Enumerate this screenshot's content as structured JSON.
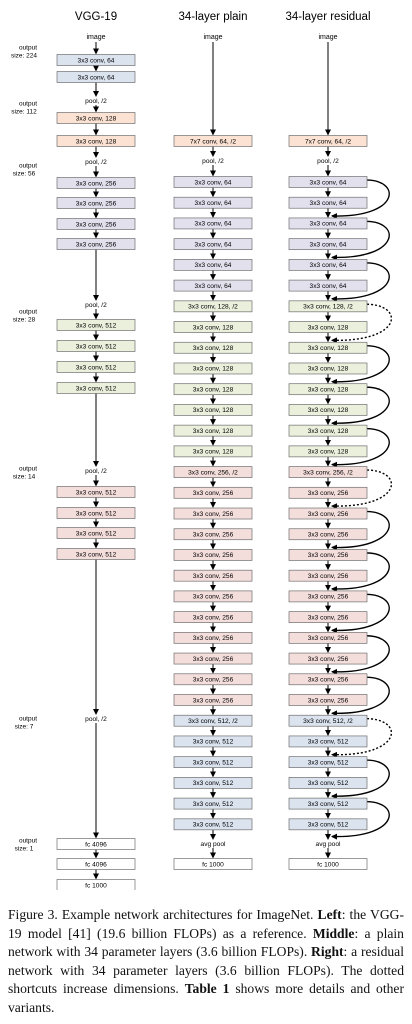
{
  "columns": [
    {
      "key": "vgg",
      "title": "VGG-19",
      "input": "image",
      "nodes": [
        {
          "type": "layer",
          "label": "3x3 conv, 64",
          "color": "blue"
        },
        {
          "type": "layer",
          "label": "3x3 conv, 64",
          "color": "blue"
        },
        {
          "type": "pool",
          "label": "pool, /2"
        },
        {
          "type": "layer",
          "label": "3x3 conv, 128",
          "color": "orange"
        },
        {
          "type": "layer",
          "label": "3x3 conv, 128",
          "color": "orange"
        },
        {
          "type": "pool",
          "label": "pool, /2"
        },
        {
          "type": "layer",
          "label": "3x3 conv, 256",
          "color": "purple"
        },
        {
          "type": "layer",
          "label": "3x3 conv, 256",
          "color": "purple"
        },
        {
          "type": "layer",
          "label": "3x3 conv, 256",
          "color": "purple"
        },
        {
          "type": "layer",
          "label": "3x3 conv, 256",
          "color": "purple"
        },
        {
          "type": "pool",
          "label": "pool, /2"
        },
        {
          "type": "layer",
          "label": "3x3 conv, 512",
          "color": "green"
        },
        {
          "type": "layer",
          "label": "3x3 conv, 512",
          "color": "green"
        },
        {
          "type": "layer",
          "label": "3x3 conv, 512",
          "color": "green"
        },
        {
          "type": "layer",
          "label": "3x3 conv, 512",
          "color": "green"
        },
        {
          "type": "pool",
          "label": "pool, /2"
        },
        {
          "type": "layer",
          "label": "3x3 conv, 512",
          "color": "pink"
        },
        {
          "type": "layer",
          "label": "3x3 conv, 512",
          "color": "pink"
        },
        {
          "type": "layer",
          "label": "3x3 conv, 512",
          "color": "pink"
        },
        {
          "type": "layer",
          "label": "3x3 conv, 512",
          "color": "pink"
        },
        {
          "type": "pool",
          "label": "pool, /2"
        },
        {
          "type": "layer",
          "label": "fc 4096",
          "color": "white"
        },
        {
          "type": "layer",
          "label": "fc 4096",
          "color": "white"
        },
        {
          "type": "layer",
          "label": "fc 1000",
          "color": "white"
        }
      ]
    },
    {
      "key": "plain",
      "title": "34-layer plain",
      "input": "image",
      "nodes": [
        {
          "type": "layer",
          "label": "7x7 conv, 64, /2",
          "color": "orange"
        },
        {
          "type": "pool",
          "label": "pool, /2"
        },
        {
          "type": "layer",
          "label": "3x3 conv, 64",
          "color": "purple"
        },
        {
          "type": "layer",
          "label": "3x3 conv, 64",
          "color": "purple"
        },
        {
          "type": "layer",
          "label": "3x3 conv, 64",
          "color": "purple"
        },
        {
          "type": "layer",
          "label": "3x3 conv, 64",
          "color": "purple"
        },
        {
          "type": "layer",
          "label": "3x3 conv, 64",
          "color": "purple"
        },
        {
          "type": "layer",
          "label": "3x3 conv, 64",
          "color": "purple"
        },
        {
          "type": "layer",
          "label": "3x3 conv, 128, /2",
          "color": "green"
        },
        {
          "type": "layer",
          "label": "3x3 conv, 128",
          "color": "green"
        },
        {
          "type": "layer",
          "label": "3x3 conv, 128",
          "color": "green"
        },
        {
          "type": "layer",
          "label": "3x3 conv, 128",
          "color": "green"
        },
        {
          "type": "layer",
          "label": "3x3 conv, 128",
          "color": "green"
        },
        {
          "type": "layer",
          "label": "3x3 conv, 128",
          "color": "green"
        },
        {
          "type": "layer",
          "label": "3x3 conv, 128",
          "color": "green"
        },
        {
          "type": "layer",
          "label": "3x3 conv, 128",
          "color": "green"
        },
        {
          "type": "layer",
          "label": "3x3 conv, 256, /2",
          "color": "pink"
        },
        {
          "type": "layer",
          "label": "3x3 conv, 256",
          "color": "pink"
        },
        {
          "type": "layer",
          "label": "3x3 conv, 256",
          "color": "pink"
        },
        {
          "type": "layer",
          "label": "3x3 conv, 256",
          "color": "pink"
        },
        {
          "type": "layer",
          "label": "3x3 conv, 256",
          "color": "pink"
        },
        {
          "type": "layer",
          "label": "3x3 conv, 256",
          "color": "pink"
        },
        {
          "type": "layer",
          "label": "3x3 conv, 256",
          "color": "pink"
        },
        {
          "type": "layer",
          "label": "3x3 conv, 256",
          "color": "pink"
        },
        {
          "type": "layer",
          "label": "3x3 conv, 256",
          "color": "pink"
        },
        {
          "type": "layer",
          "label": "3x3 conv, 256",
          "color": "pink"
        },
        {
          "type": "layer",
          "label": "3x3 conv, 256",
          "color": "pink"
        },
        {
          "type": "layer",
          "label": "3x3 conv, 256",
          "color": "pink"
        },
        {
          "type": "layer",
          "label": "3x3 conv, 512, /2",
          "color": "blue"
        },
        {
          "type": "layer",
          "label": "3x3 conv, 512",
          "color": "blue"
        },
        {
          "type": "layer",
          "label": "3x3 conv, 512",
          "color": "blue"
        },
        {
          "type": "layer",
          "label": "3x3 conv, 512",
          "color": "blue"
        },
        {
          "type": "layer",
          "label": "3x3 conv, 512",
          "color": "blue"
        },
        {
          "type": "layer",
          "label": "3x3 conv, 512",
          "color": "blue"
        },
        {
          "type": "pool",
          "label": "avg pool"
        },
        {
          "type": "layer",
          "label": "fc 1000",
          "color": "white"
        }
      ]
    },
    {
      "key": "residual",
      "title": "34-layer residual",
      "input": "image",
      "nodes": [
        {
          "type": "layer",
          "label": "7x7 conv, 64, /2",
          "color": "orange"
        },
        {
          "type": "pool",
          "label": "pool, /2"
        },
        {
          "type": "layer",
          "label": "3x3 conv, 64",
          "color": "purple"
        },
        {
          "type": "layer",
          "label": "3x3 conv, 64",
          "color": "purple"
        },
        {
          "type": "layer",
          "label": "3x3 conv, 64",
          "color": "purple"
        },
        {
          "type": "layer",
          "label": "3x3 conv, 64",
          "color": "purple"
        },
        {
          "type": "layer",
          "label": "3x3 conv, 64",
          "color": "purple"
        },
        {
          "type": "layer",
          "label": "3x3 conv, 64",
          "color": "purple"
        },
        {
          "type": "layer",
          "label": "3x3 conv, 128, /2",
          "color": "green"
        },
        {
          "type": "layer",
          "label": "3x3 conv, 128",
          "color": "green"
        },
        {
          "type": "layer",
          "label": "3x3 conv, 128",
          "color": "green"
        },
        {
          "type": "layer",
          "label": "3x3 conv, 128",
          "color": "green"
        },
        {
          "type": "layer",
          "label": "3x3 conv, 128",
          "color": "green"
        },
        {
          "type": "layer",
          "label": "3x3 conv, 128",
          "color": "green"
        },
        {
          "type": "layer",
          "label": "3x3 conv, 128",
          "color": "green"
        },
        {
          "type": "layer",
          "label": "3x3 conv, 128",
          "color": "green"
        },
        {
          "type": "layer",
          "label": "3x3 conv, 256, /2",
          "color": "pink"
        },
        {
          "type": "layer",
          "label": "3x3 conv, 256",
          "color": "pink"
        },
        {
          "type": "layer",
          "label": "3x3 conv, 256",
          "color": "pink"
        },
        {
          "type": "layer",
          "label": "3x3 conv, 256",
          "color": "pink"
        },
        {
          "type": "layer",
          "label": "3x3 conv, 256",
          "color": "pink"
        },
        {
          "type": "layer",
          "label": "3x3 conv, 256",
          "color": "pink"
        },
        {
          "type": "layer",
          "label": "3x3 conv, 256",
          "color": "pink"
        },
        {
          "type": "layer",
          "label": "3x3 conv, 256",
          "color": "pink"
        },
        {
          "type": "layer",
          "label": "3x3 conv, 256",
          "color": "pink"
        },
        {
          "type": "layer",
          "label": "3x3 conv, 256",
          "color": "pink"
        },
        {
          "type": "layer",
          "label": "3x3 conv, 256",
          "color": "pink"
        },
        {
          "type": "layer",
          "label": "3x3 conv, 256",
          "color": "pink"
        },
        {
          "type": "layer",
          "label": "3x3 conv, 512, /2",
          "color": "blue"
        },
        {
          "type": "layer",
          "label": "3x3 conv, 512",
          "color": "blue"
        },
        {
          "type": "layer",
          "label": "3x3 conv, 512",
          "color": "blue"
        },
        {
          "type": "layer",
          "label": "3x3 conv, 512",
          "color": "blue"
        },
        {
          "type": "layer",
          "label": "3x3 conv, 512",
          "color": "blue"
        },
        {
          "type": "layer",
          "label": "3x3 conv, 512",
          "color": "blue"
        },
        {
          "type": "pool",
          "label": "avg pool"
        },
        {
          "type": "layer",
          "label": "fc 1000",
          "color": "white"
        }
      ]
    }
  ],
  "output_sizes": [
    {
      "label": "output",
      "size": "size: 224"
    },
    {
      "label": "output",
      "size": "size: 112"
    },
    {
      "label": "output",
      "size": "size: 56"
    },
    {
      "label": "output",
      "size": "size: 28"
    },
    {
      "label": "output",
      "size": "size: 14"
    },
    {
      "label": "output",
      "size": "size: 7"
    },
    {
      "label": "output",
      "size": "size: 1"
    }
  ],
  "residual_shortcuts": [
    {
      "from": 2,
      "to": 4,
      "style": "solid"
    },
    {
      "from": 4,
      "to": 6,
      "style": "solid"
    },
    {
      "from": 6,
      "to": 8,
      "style": "solid"
    },
    {
      "from": 8,
      "to": 10,
      "style": "dotted"
    },
    {
      "from": 10,
      "to": 12,
      "style": "solid"
    },
    {
      "from": 12,
      "to": 14,
      "style": "solid"
    },
    {
      "from": 14,
      "to": 16,
      "style": "solid"
    },
    {
      "from": 16,
      "to": 18,
      "style": "dotted"
    },
    {
      "from": 18,
      "to": 20,
      "style": "solid"
    },
    {
      "from": 20,
      "to": 22,
      "style": "solid"
    },
    {
      "from": 22,
      "to": 24,
      "style": "solid"
    },
    {
      "from": 24,
      "to": 26,
      "style": "solid"
    },
    {
      "from": 26,
      "to": 28,
      "style": "solid"
    },
    {
      "from": 28,
      "to": 30,
      "style": "dotted"
    },
    {
      "from": 30,
      "to": 32,
      "style": "solid"
    },
    {
      "from": 32,
      "to": 34,
      "style": "solid"
    }
  ],
  "colors": {
    "blue": "#dbe3ef",
    "orange": "#fbe2d3",
    "purple": "#e3e0ee",
    "green": "#eaf0dc",
    "pink": "#f4dedc",
    "white": "#ffffff",
    "border": "#6f6f6f",
    "line": "#000000"
  },
  "caption": {
    "figure": "Figure 3. Example network architectures for ImageNet.",
    "left_label": "Left",
    "left_text": ": the VGG-19 model [41] (19.6 billion FLOPs) as a reference.",
    "middle_label": "Middle",
    "middle_text": ": a plain network with 34 parameter layers (3.6 billion FLOPs).",
    "right_label": "Right",
    "right_text": ": a residual network with 34 parameter layers (3.6 billion FLOPs). The dotted shortcuts increase dimensions.",
    "table_label": "Table 1",
    "table_text": " shows more details and other variants."
  }
}
